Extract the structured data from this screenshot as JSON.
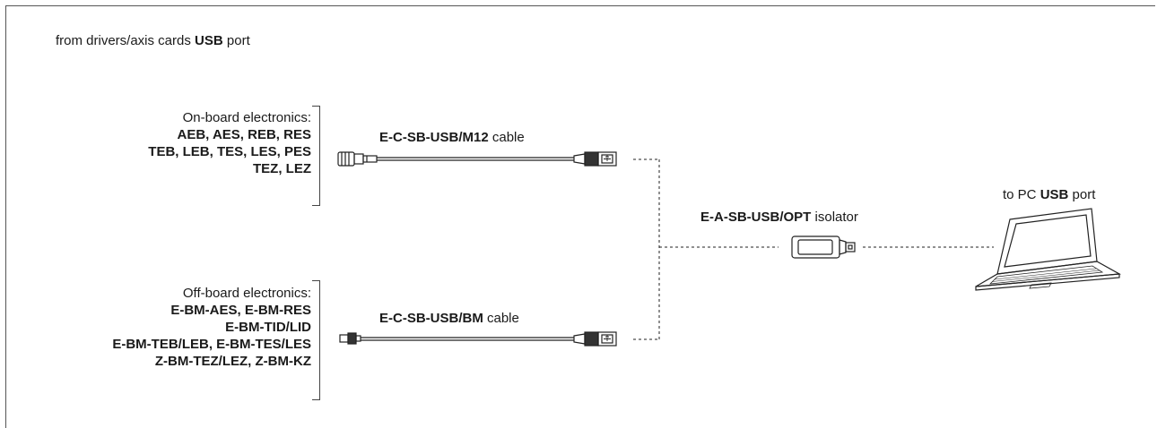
{
  "header": {
    "prefix": "from drivers/axis cards",
    "bold": "USB",
    "suffix": "port"
  },
  "onboard": {
    "title": "On-board electronics:",
    "lines": [
      "AEB, AES, REB, RES",
      "TEB, LEB, TES, LES, PES",
      "TEZ, LEZ"
    ]
  },
  "offboard": {
    "title": "Off-board electronics:",
    "lines": [
      "E-BM-AES, E-BM-RES",
      "E-BM-TID/LID",
      "E-BM-TEB/LEB, E-BM-TES/LES",
      "Z-BM-TEZ/LEZ, Z-BM-KZ"
    ]
  },
  "cable_m12": {
    "code": "E-C-SB-USB/M12",
    "suffix": "cable"
  },
  "cable_bm": {
    "code": "E-C-SB-USB/BM",
    "suffix": "cable"
  },
  "isolator": {
    "code": "E-A-SB-USB/OPT",
    "suffix": "isolator"
  },
  "pc": {
    "prefix": "to PC",
    "bold": "USB",
    "suffix": "port"
  },
  "icons": [
    "m12-connector-icon",
    "usb-a-plug-icon",
    "mini-usb-plug-icon",
    "usb-isolator-icon",
    "laptop-icon"
  ]
}
